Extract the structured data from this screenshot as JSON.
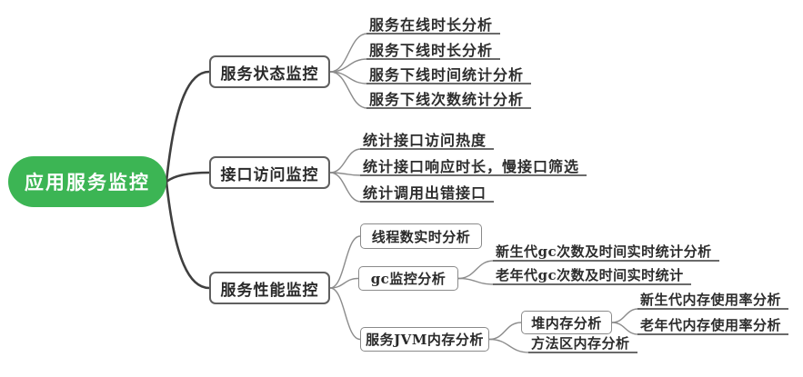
{
  "root": {
    "label": "应用服务监控",
    "fill_color": "#3cb554",
    "text_color": "#ffffff"
  },
  "style": {
    "trunk_line_color": "#3f3f3f",
    "branch_line_color": "#8c8c8c",
    "node_border_color": "#5f5f5f",
    "leaf_text_color": "#2d2d2d"
  },
  "branches": [
    {
      "label": "服务状态监控",
      "children": [
        {
          "label": "服务在线时长分析"
        },
        {
          "label": "服务下线时长分析"
        },
        {
          "label": "服务下线时间统计分析"
        },
        {
          "label": "服务下线次数统计分析"
        }
      ]
    },
    {
      "label": "接口访问监控",
      "children": [
        {
          "label": "统计接口访问热度"
        },
        {
          "label": "统计接口响应时长，慢接口筛选"
        },
        {
          "label": "统计调用出错接口"
        }
      ]
    },
    {
      "label": "服务性能监控",
      "children": [
        {
          "label": "线程数实时分析"
        },
        {
          "label": "gc监控分析",
          "children": [
            {
              "label": "新生代gc次数及时间实时统计分析"
            },
            {
              "label": "老年代gc次数及时间实时统计"
            }
          ]
        },
        {
          "label": "服务JVM内存分析",
          "children": [
            {
              "label": "堆内存分析",
              "children": [
                {
                  "label": "新生代内存使用率分析"
                },
                {
                  "label": "老年代内存使用率分析"
                }
              ]
            },
            {
              "label": "方法区内存分析"
            }
          ]
        }
      ]
    }
  ]
}
